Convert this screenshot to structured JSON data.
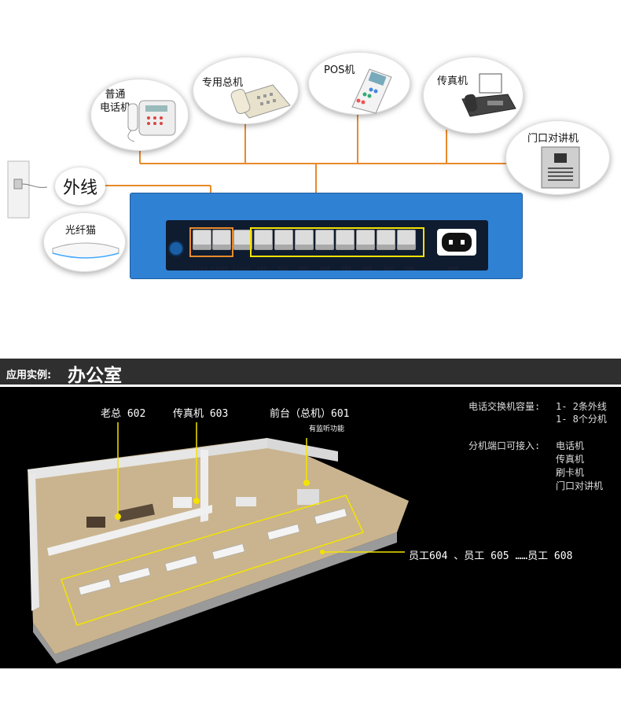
{
  "top": {
    "devices": {
      "phone": "普通\n电话机",
      "master": "专用总机",
      "pos": "POS机",
      "fax": "传真机",
      "intercom": "门口对讲机",
      "outside": "外线",
      "modem": "光纤猫"
    },
    "ports": [
      "Line1",
      "Line2",
      "Line3",
      "601",
      "602",
      "603",
      "604",
      "605",
      "606",
      "607",
      "608"
    ],
    "power_label": "PWR"
  },
  "section": {
    "prefix": "应用实例:",
    "title": "办公室"
  },
  "office": {
    "labels": {
      "boss": "老总 602",
      "fax": "传真机 603",
      "front": "前台（总机）601",
      "monitor": "有监听功能",
      "staff": "员工604 、员工 605 ……员工 608"
    },
    "notes": {
      "capacity_label": "电话交换机容量:",
      "capacity_line1": "1- 2条外线",
      "capacity_line2": "1- 8个分机",
      "ext_label": "分机端口可接入:",
      "ext_items": [
        "电话机",
        "传真机",
        "刷卡机",
        "门口对讲机"
      ]
    }
  },
  "colors": {
    "orange": "#e88a2a",
    "yellow": "#f4e300",
    "box_blue": "#2e7fd1"
  }
}
